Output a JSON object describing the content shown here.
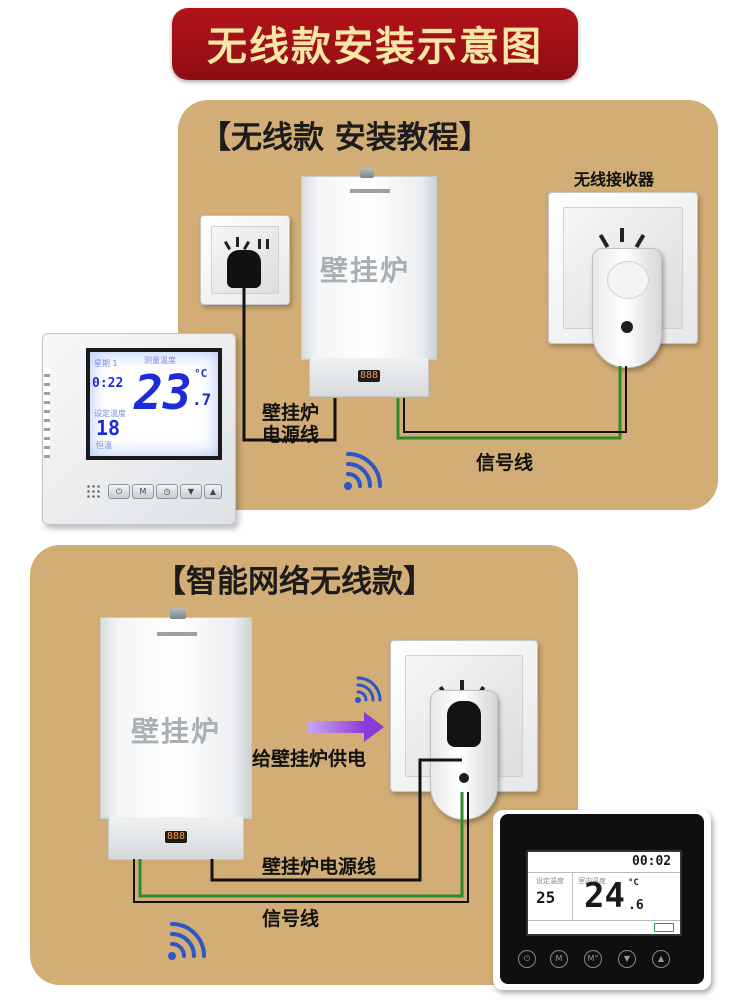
{
  "banner": {
    "title": "无线款安装示意图"
  },
  "section1": {
    "heading": "【无线款 安装教程】",
    "boiler_label": "壁挂炉",
    "receiver_label": "无线接收器",
    "power_cable_label_line1": "壁挂炉",
    "power_cable_label_line2": "电源线",
    "signal_cable_label": "信号线",
    "thermostat": {
      "temperature_label": "测量温度",
      "main_temp": "23",
      "decimal": ".7",
      "unit": "°C",
      "weekday": "星期",
      "weekday_num": "1",
      "time": "0:22",
      "set_temp_label": "设定温度",
      "set_temp": "18",
      "mode": "恒温"
    }
  },
  "section2": {
    "heading": "【智能网络无线款】",
    "boiler_label": "壁挂炉",
    "supply_label": "给壁挂炉供电",
    "power_cable_label": "壁挂炉电源线",
    "signal_cable_label": "信号线",
    "thermostat": {
      "time": "00:02",
      "set_temp": "25",
      "room_temp": "24",
      "decimal": ".6",
      "unit": "°C",
      "set_label": "设定温度",
      "room_label": "室内温度"
    }
  },
  "colors": {
    "banner": "#a01016",
    "banner_text": "#f7e6a6",
    "panel": "#d2ad75",
    "signal_wire": "#2f8a2f",
    "power_wire": "#111111",
    "wifi": "#2b57c9",
    "arrow": "#8a3ad8"
  }
}
